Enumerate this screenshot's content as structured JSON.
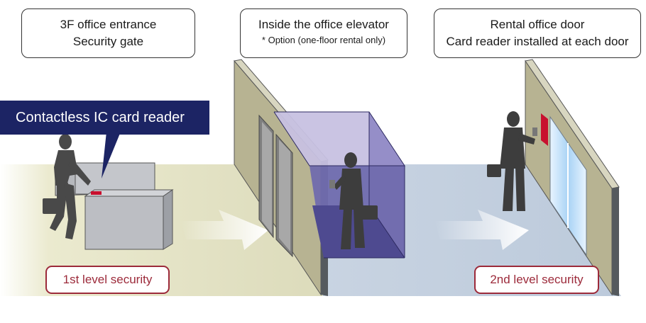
{
  "callouts": {
    "entrance": {
      "line1": "3F office entrance",
      "line2": "Security gate"
    },
    "elevator": {
      "line1": "Inside the office elevator",
      "note": "* Option (one-floor rental only)"
    },
    "door": {
      "line1": "Rental office door",
      "line2": "Card reader installed at each door"
    }
  },
  "reader_label": "Contactless IC card reader",
  "levels": {
    "first": "1st level security",
    "second": "2nd level security"
  },
  "colors": {
    "floor_left": "#e3e2c6",
    "floor_right": "#c3d0df",
    "wall": "#b7b392",
    "elevator": "#5d5ba0",
    "banner": "#1c2464",
    "level_border": "#9c2a3a",
    "card_reader": "#c8102e"
  }
}
